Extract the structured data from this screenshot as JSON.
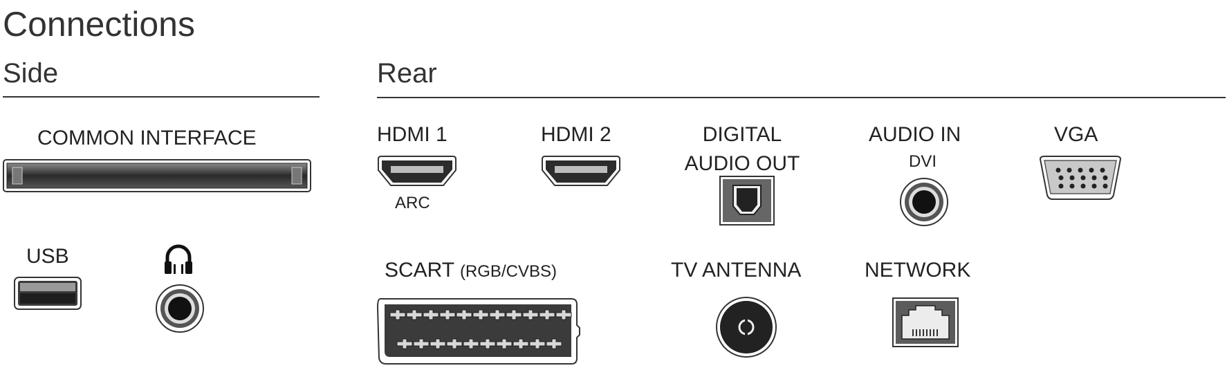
{
  "title": "Connections",
  "sections": {
    "side": "Side",
    "rear": "Rear"
  },
  "side": {
    "common_interface": "COMMON INTERFACE",
    "usb": "USB"
  },
  "rear": {
    "hdmi1": "HDMI 1",
    "hdmi1_sub": "ARC",
    "hdmi2": "HDMI 2",
    "digital_audio_out_line1": "DIGITAL",
    "digital_audio_out_line2": "AUDIO OUT",
    "audio_in": "AUDIO IN",
    "audio_in_sub": "DVI",
    "vga": "VGA",
    "scart": "SCART",
    "scart_sub": "(RGB/CVBS)",
    "tv_antenna": "TV ANTENNA",
    "network": "NETWORK"
  },
  "icons": [
    "headphones-icon"
  ]
}
